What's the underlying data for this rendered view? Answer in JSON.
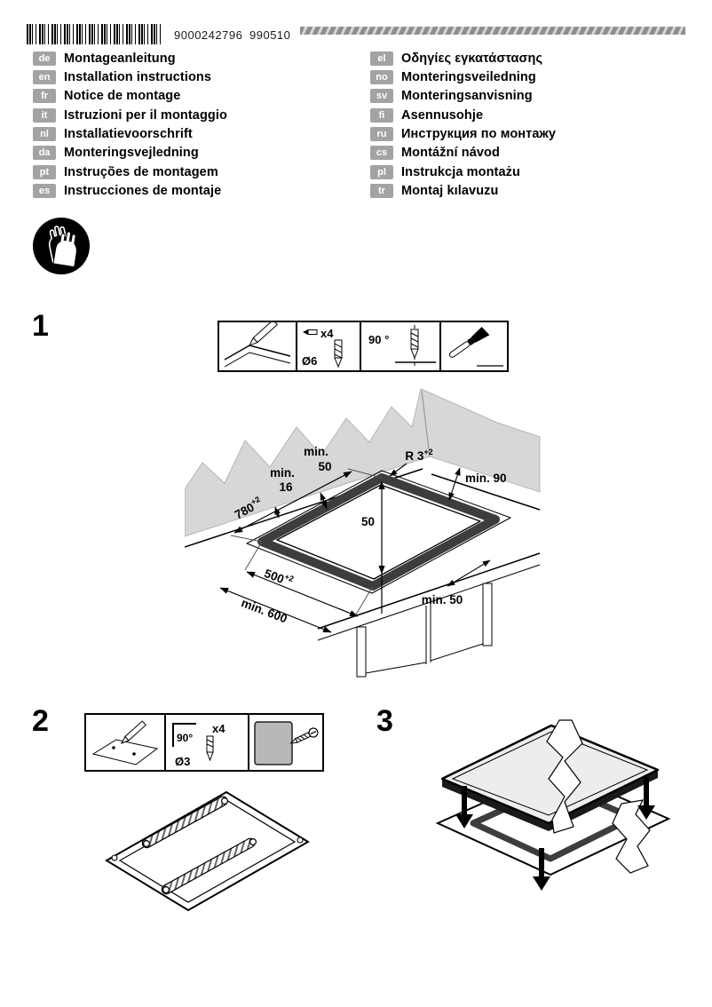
{
  "page": {
    "barcode_number": "9000242796",
    "print_code": "990510"
  },
  "languages": {
    "left": [
      {
        "code": "de",
        "label": "Montageanleitung"
      },
      {
        "code": "en",
        "label": "Installation instructions"
      },
      {
        "code": "fr",
        "label": "Notice de montage"
      },
      {
        "code": "it",
        "label": "Istruzioni per il montaggio"
      },
      {
        "code": "nl",
        "label": "Installatievoorschrift"
      },
      {
        "code": "da",
        "label": "Monteringsvejledning"
      },
      {
        "code": "pt",
        "label": "Instruções de montagem"
      },
      {
        "code": "es",
        "label": "Instrucciones de montaje"
      }
    ],
    "right": [
      {
        "code": "el",
        "label": "Οδηγίες εγκατάστασης"
      },
      {
        "code": "no",
        "label": "Monteringsveiledning"
      },
      {
        "code": "sv",
        "label": "Monteringsanvisning"
      },
      {
        "code": "fi",
        "label": "Asennusohje"
      },
      {
        "code": "ru",
        "label": "Инструкция по монтажу"
      },
      {
        "code": "cs",
        "label": "Montážní návod"
      },
      {
        "code": "pl",
        "label": "Instrukcja montażu"
      },
      {
        "code": "tr",
        "label": "Montaj kılavuzu"
      }
    ]
  },
  "step1": {
    "number": "1",
    "tools": {
      "count": "x4",
      "hole_diameter": "Ø6",
      "angle": "90 °"
    },
    "dims": {
      "min_top_word": "min.",
      "min_top_value": "50",
      "min_left_word": "min.",
      "min_left_value": "16",
      "radius_base": "R 3",
      "radius_sup": "+2",
      "min_wall_right": "min. 90",
      "width_base": "780",
      "width_sup": "+2",
      "center_offset": "50",
      "cutout_depth_base": "500",
      "cutout_depth_sup": "+2",
      "counter_depth": "min. 600",
      "min_front_right": "min. 50"
    }
  },
  "step2": {
    "number": "2",
    "tools": {
      "angle": "90°",
      "count": "x4",
      "hole_diameter": "Ø3"
    }
  },
  "step3": {
    "number": "3"
  }
}
